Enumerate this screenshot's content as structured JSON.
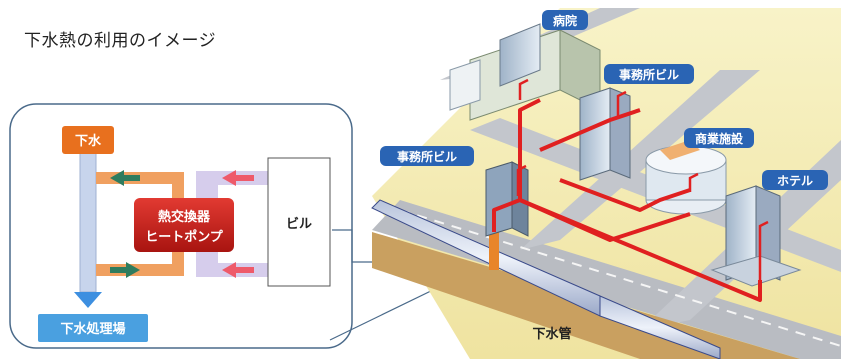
{
  "title": "下水熱の利用のイメージ",
  "schematic": {
    "sewage": "下水",
    "heat_exchanger_line1": "熱交換器",
    "heat_exchanger_line2": "ヒートポンプ",
    "building": "ビル",
    "treatment_plant": "下水処理場"
  },
  "map": {
    "hospital": "病院",
    "office_building_1": "事務所ビル",
    "office_building_2": "事務所ビル",
    "commercial_facility": "商業施設",
    "hotel": "ホテル",
    "sewer_pipe": "下水管"
  },
  "colors": {
    "sewage_box": "#e8701e",
    "exchanger": "#c81e1e",
    "label_tag": "#2a64b4",
    "pipe_red": "#e02020",
    "road": "#b9bcc2",
    "ground": "#f3ecb8"
  }
}
